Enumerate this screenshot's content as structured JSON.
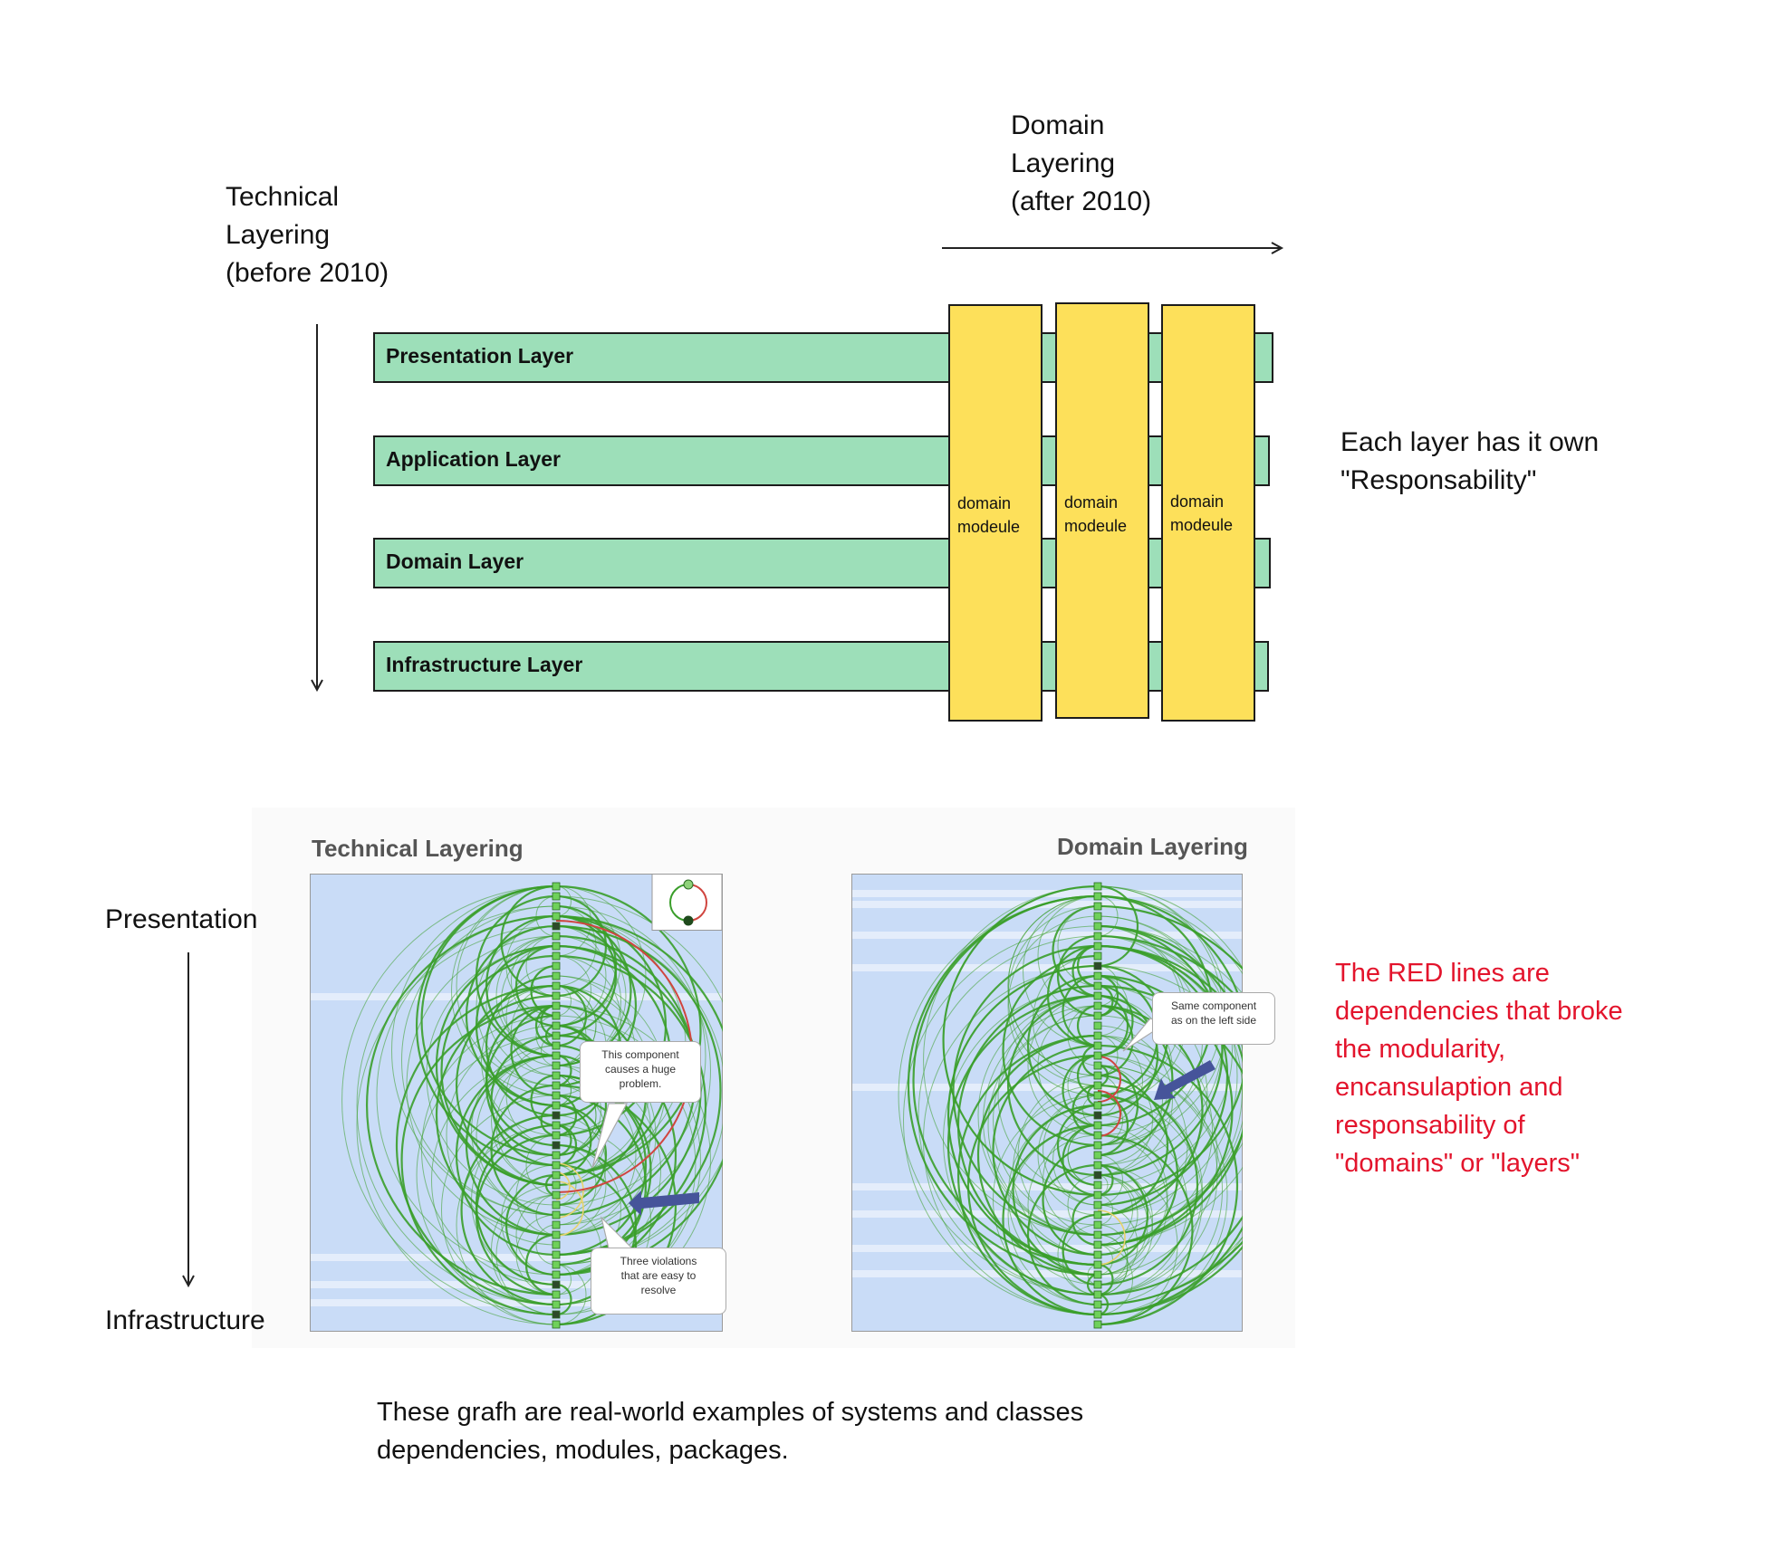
{
  "top_diagram": {
    "technical_label": "Technical\nLayering\n(before 2010)",
    "domain_label": "Domain\nLayering\n(after 2010)",
    "layers": [
      {
        "label": "Presentation Layer"
      },
      {
        "label": "Application Layer"
      },
      {
        "label": "Domain Layer"
      },
      {
        "label": "Infrastructure Layer"
      }
    ],
    "modules": [
      {
        "label": "domain\nmodeule"
      },
      {
        "label": "domain\nmodeule"
      },
      {
        "label": "domain\nmodeule"
      }
    ],
    "note": "Each layer has it own\n\"Responsability\"",
    "colors": {
      "layer_fill": "#9ddfb9",
      "module_fill": "#fde05a"
    }
  },
  "bottom": {
    "presentation_label": "Presentation",
    "infrastructure_label": "Infrastructure",
    "left_graph": {
      "title": "Technical Layering",
      "bubble_problem": "This component\ncauses a huge\nproblem.",
      "bubble_violations": "Three violations\nthat are easy to\nresolve"
    },
    "right_graph": {
      "title": "Domain Layering",
      "bubble_same": "Same component\nas on the left side"
    },
    "red_note": "The RED lines are\ndependencies that broke\nthe modularity,\nencansulaption and\nresponsability of\n\"domains\" or \"layers\"",
    "caption": "These grafh are real-world examples of systems and classes\ndependencies, modules, packages.",
    "colors": {
      "graph_bg": "#c9dcf7",
      "edge_green": "#3a9e2a",
      "edge_red": "#d0453f",
      "edge_yellow": "#e8d36b",
      "arrow_blue": "#46549a",
      "note_red": "#e3142c"
    }
  }
}
